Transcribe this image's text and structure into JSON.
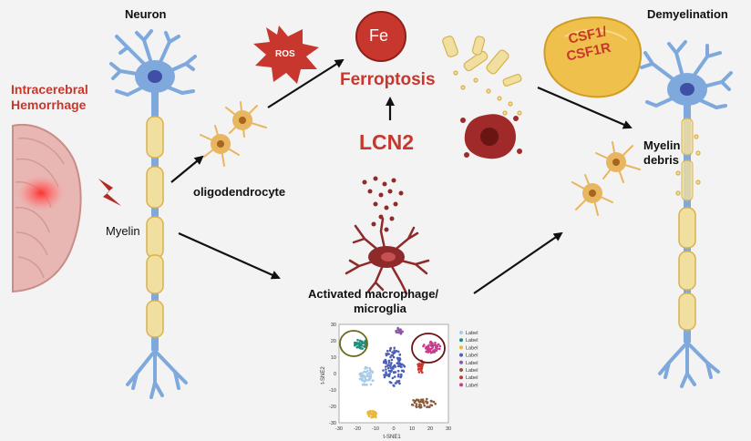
{
  "labels": {
    "neuron": "Neuron",
    "demyelination": "Demyelination",
    "ich_line1": "Intracerebral",
    "ich_line2": "Hemorrhage",
    "myelin": "Myelin",
    "oligodendrocyte": "oligodendrocyte",
    "ros": "ROS",
    "fe": "Fe",
    "ferroptosis": "Ferroptosis",
    "lcn2": "LCN2",
    "csf_line1": "CSF1/",
    "csf_line2": "CSF1R",
    "myelin_debris_line1": "Myelin",
    "myelin_debris_line2": "debris",
    "macrophage_line1": "Activated macrophage/",
    "macrophage_line2": "microglia"
  },
  "colors": {
    "neuron_blue": "#7fa9dc",
    "myelin_sheath": "#f1dfa0",
    "oligo_orange": "#e8b560",
    "red_accent": "#c8372d",
    "macrophage": "#8e2a2a",
    "brain_pink": "#e8b7b3"
  },
  "tsne": {
    "xlabel": "t-SNE1",
    "ylabel": "t-SNE2",
    "xticks": [
      "-30",
      "-20",
      "-10",
      "0",
      "10",
      "20",
      "30"
    ],
    "yticks": [
      "30",
      "20",
      "10",
      "0",
      "-10",
      "-20",
      "-30"
    ],
    "legend": [
      {
        "label": "Label",
        "color": "#a8cbe8"
      },
      {
        "label": "Label",
        "color": "#1f8c7e"
      },
      {
        "label": "Label",
        "color": "#e8b83b"
      },
      {
        "label": "Label",
        "color": "#4a5fb5"
      },
      {
        "label": "Label",
        "color": "#8a5aa8"
      },
      {
        "label": "Label",
        "color": "#8a5a3a"
      },
      {
        "label": "Label",
        "color": "#c8372d"
      },
      {
        "label": "Label",
        "color": "#c83c8c"
      }
    ]
  }
}
